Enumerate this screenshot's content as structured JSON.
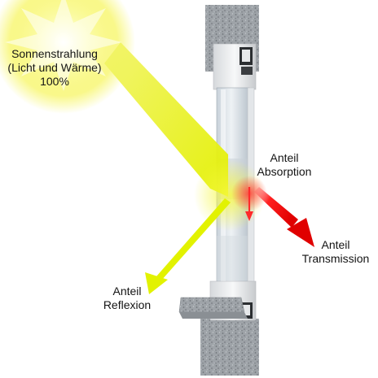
{
  "labels": {
    "sun_line1": "Sonnenstrahlung",
    "sun_line2": "(Licht und Wärme)",
    "sun_line3": "100%",
    "absorption_line1": "Anteil",
    "absorption_line2": "Absorption",
    "transmission_line1": "Anteil",
    "transmission_line2": "Transmission",
    "reflection_line1": "Anteil",
    "reflection_line2": "Reflexion"
  },
  "colors": {
    "sun_glow": "#f4f22a",
    "incident_ray": "#e8f030",
    "reflected_ray": "#e2f200",
    "absorbed_ray": "#ff2a2a",
    "transmitted_ray": "#e60000",
    "granite": "#9aa0a6",
    "frame": "#e9ebed",
    "glass": "#dfe7ee"
  }
}
